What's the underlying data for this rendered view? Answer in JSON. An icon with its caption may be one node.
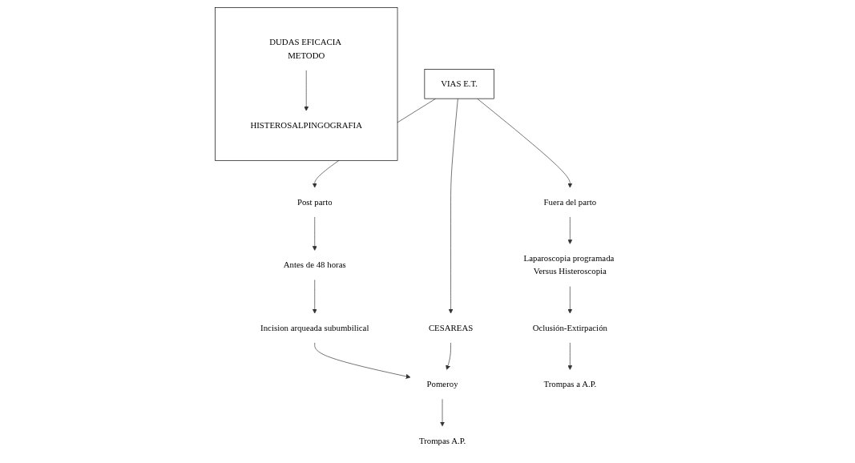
{
  "diagram": {
    "nodes": [
      {
        "text": [
          "VIAS E.T."
        ]
      },
      {
        "text": [
          "Post parto"
        ]
      },
      {
        "text": [
          "CESAREAS"
        ]
      },
      {
        "text": [
          "Fuera del parto"
        ]
      },
      {
        "text": [
          "Antes de 48 horas"
        ]
      },
      {
        "text": [
          "Incision arqueada subumbilical"
        ]
      },
      {
        "text": [
          "Pomeroy"
        ]
      },
      {
        "text": [
          "Trompas A.P."
        ]
      },
      {
        "text": [
          "Laparoscopia programada Versus Histeroscopia"
        ]
      },
      {
        "text": [
          "Oclusión-Extirpación"
        ]
      },
      {
        "text": [
          "Trompas a A.P."
        ]
      },
      {
        "text": [],
        "shape": "box"
      },
      {
        "text": [
          "DUDAS EFICACIA METODO"
        ],
        "in": 11
      },
      {
        "text": [
          "HISTEROSALPINGOGRAFIA"
        ],
        "in": 11
      }
    ],
    "edges": [
      {
        "from": 0,
        "to": 1,
        "arrow": "to"
      },
      {
        "from": 0,
        "to": 2,
        "arrow": "to"
      },
      {
        "from": 0,
        "to": 3,
        "arrow": "to"
      },
      {
        "from": 1,
        "to": 4,
        "arrow": "to"
      },
      {
        "from": 4,
        "to": 5,
        "arrow": "to"
      },
      {
        "from": 5,
        "to": 6,
        "arrow": "to"
      },
      {
        "from": 2,
        "to": 6,
        "arrow": "to"
      },
      {
        "from": 6,
        "to": 7,
        "arrow": "to"
      },
      {
        "from": 3,
        "to": 8,
        "arrow": "to"
      },
      {
        "from": 8,
        "to": 9,
        "arrow": "to"
      },
      {
        "from": 9,
        "to": 10,
        "arrow": "to"
      },
      {
        "from": 12,
        "to": 13,
        "arrow": "to"
      }
    ]
  }
}
